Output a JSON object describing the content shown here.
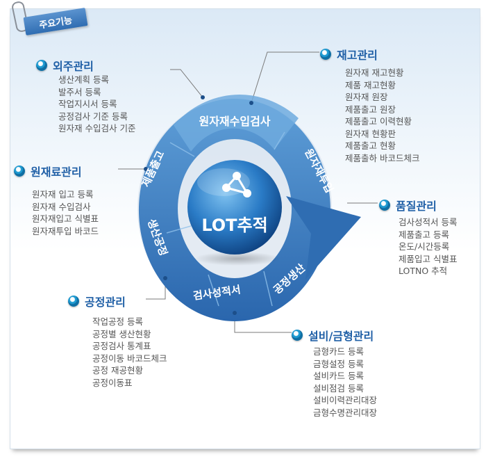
{
  "tag": {
    "label": "주요기능"
  },
  "center": {
    "label": "LOT추적"
  },
  "ring_labels": {
    "top": "원자재수입검사",
    "right": "원자재투입",
    "bottom_right": "공정생산",
    "bottom": "검사성적서",
    "left_bottom": "생산공정",
    "left_top": "제품출고"
  },
  "sections": {
    "outsourcing": {
      "title": "외주관리",
      "items": [
        "생산계획 등록",
        "발주서 등록",
        "작업지시서 등록",
        "공정검사 기준 등록",
        "원자재 수입검사 기준"
      ]
    },
    "inventory": {
      "title": "재고관리",
      "items": [
        "원자재 재고현황",
        "제품 재고현황",
        "원자재 원장",
        "제품출고 원장",
        "제품출고 이력현황",
        "원자재 현황판",
        "제품출고 현황",
        "제품출하 바코드체크"
      ]
    },
    "material": {
      "title": "원재료관리",
      "items": [
        "원자재 입고 등록",
        "원자재 수입검사",
        "원자재입고 식별표",
        "원자재투입 바코드"
      ]
    },
    "quality": {
      "title": "품질관리",
      "items": [
        "검사성적서 등록",
        "제품출고 등록",
        "온도/시간등록",
        "제품입고 식별표",
        "LOTNO 추적"
      ]
    },
    "process": {
      "title": "공정관리",
      "items": [
        "작업공정 등록",
        "공정별 생산현황",
        "공정검사 통계표",
        "공정이동 바코드체크",
        "공정 재공현황",
        "공정이동표"
      ]
    },
    "equipment": {
      "title": "설비/금형관리",
      "items": [
        "금형카드 등록",
        "금형설정 등록",
        "설비카드 등록",
        "설비점검 등록",
        "설비이력관리대장",
        "금형수명관리대장"
      ]
    }
  }
}
